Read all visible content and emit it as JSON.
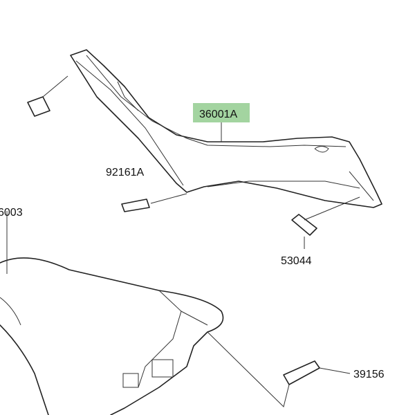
{
  "diagram": {
    "highlight_color": "#a3d4a0",
    "parts": [
      {
        "number": "36001A",
        "highlighted": true
      },
      {
        "number": "92161A",
        "highlighted": false
      },
      {
        "number": "53044",
        "highlighted": false
      },
      {
        "number": "39156",
        "highlighted": false
      },
      {
        "number": "6003",
        "highlighted": false
      }
    ]
  }
}
